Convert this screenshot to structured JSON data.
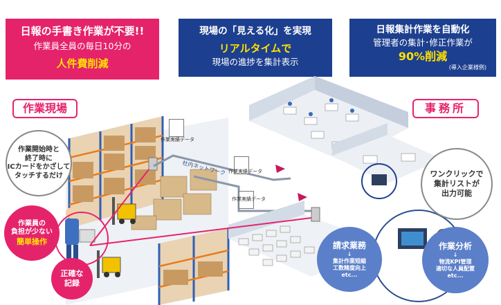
{
  "top_boxes": [
    {
      "line1": "日報の手書き作業が不要!!",
      "line2": "作業員全員の毎日10分の",
      "line3": "人件費削減"
    },
    {
      "line1": "現場の「見える化」を実現",
      "line2": "リアルタイムで",
      "line3": "現場の進捗を集計表示"
    },
    {
      "line1": "日報集計作業を自動化",
      "line2": "管理者の集計･修正作業が",
      "line3": "90%削減",
      "note": "(導入企業様例)"
    }
  ],
  "sections": {
    "worksite": "作業現場",
    "office": "事務所"
  },
  "doc_label": "作業実績データ",
  "network_label": "社内ネットワーク",
  "callouts": {
    "ic_card": [
      "作業開始時と",
      "終了時に",
      "ICカードをかざして",
      "タッチするだけ"
    ],
    "easy": [
      "作業員の",
      "負担が少ない",
      "簡単操作"
    ],
    "accurate": [
      "正確な",
      "記録"
    ],
    "one_click": [
      "ワンクリックで",
      "集計リストが",
      "出力可能"
    ],
    "billing": {
      "title": "請求業務",
      "arrow": "↓",
      "items": [
        "集計作業短縮",
        "工数精度向上",
        "etc..."
      ]
    },
    "analysis": {
      "title": "作業分析",
      "arrow": "↓",
      "items": [
        "物流KPI管理",
        "適切な人員配置",
        "etc..."
      ]
    }
  },
  "colors": {
    "pink": "#e5236b",
    "navy": "#1d3f8f",
    "accent_yellow": "#ffe100",
    "blue_circle": "#5b7fc9"
  }
}
